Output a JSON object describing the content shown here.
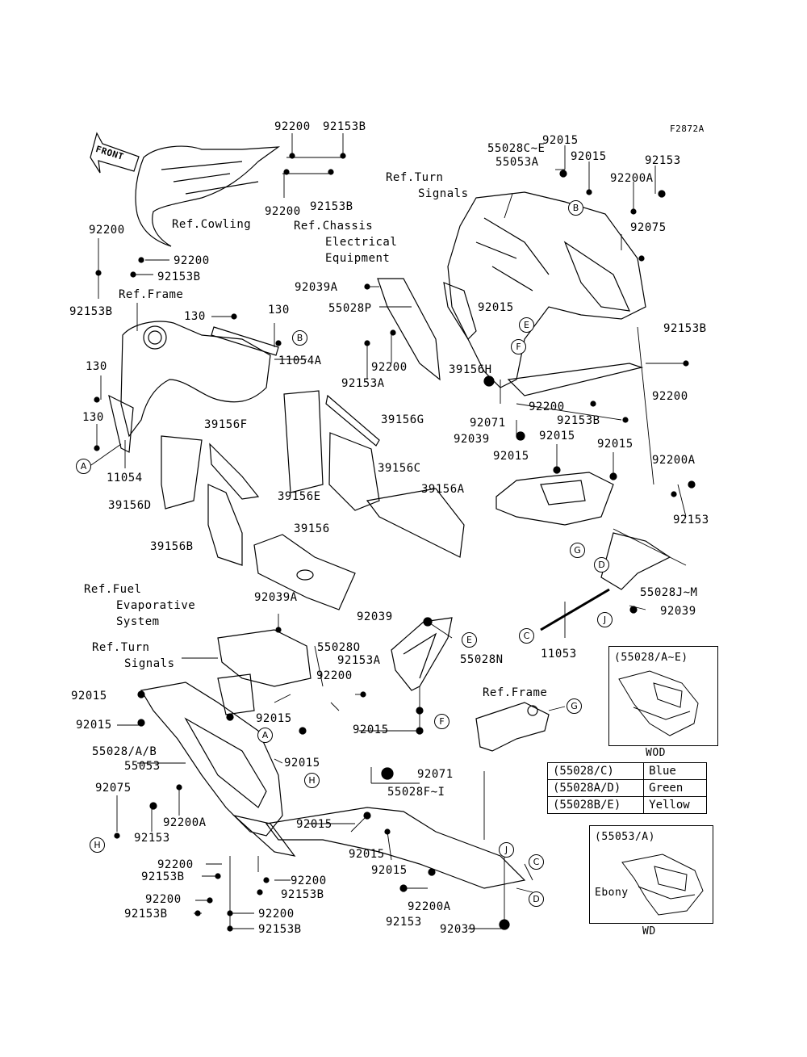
{
  "figure_code": "F2872A",
  "front_arrow": "FRONT",
  "refs": {
    "cowling": "Ref.Cowling",
    "turn_signals_1": "Ref.Turn",
    "turn_signals_1b": "Signals",
    "chassis": "Ref.Chassis",
    "chassis_b": "Electrical",
    "chassis_c": "Equipment",
    "frame_1": "Ref.Frame",
    "fuel": "Ref.Fuel",
    "fuel_b": "Evaporative",
    "fuel_c": "System",
    "turn_signals_2": "Ref.Turn",
    "turn_signals_2b": "Signals",
    "frame_2": "Ref.Frame"
  },
  "part_labels": {
    "p92200_a": "92200",
    "p92153B_a": "92153B",
    "p92200_b": "92200",
    "p92153B_b": "92153B",
    "p92200_c": "92200",
    "p92200_d": "92200",
    "p92153B_c": "92153B",
    "p92153B_d": "92153B",
    "p130_a": "130",
    "p130_b": "130",
    "p130_c": "130",
    "p130_d": "130",
    "p11054A": "11054A",
    "p11054": "11054",
    "p39156F": "39156F",
    "p39156G": "39156G",
    "p39156C": "39156C",
    "p39156E": "39156E",
    "p39156D": "39156D",
    "p39156A": "39156A",
    "p39156": "39156",
    "p39156B": "39156B",
    "p39156H": "39156H",
    "p92039A_a": "92039A",
    "p55028P": "55028P",
    "p92200_e": "92200",
    "p92153A_a": "92153A",
    "p55028CE": "55028C~E",
    "p55053A": "55053A",
    "p92015_a": "92015",
    "p92015_b": "92015",
    "p92153_a": "92153",
    "p92200A_a": "92200A",
    "p92075_a": "92075",
    "p92153B_e": "92153B",
    "p92200_f": "92200",
    "p92015_c": "92015",
    "p92071_a": "92071",
    "p92039_a": "92039",
    "p92200_g": "92200",
    "p92153B_f": "92153B",
    "p92015_d": "92015",
    "p92015_e": "92015",
    "p92015_f": "92015",
    "p92200A_b": "92200A",
    "p92153_b": "92153",
    "p55028JM": "55028J~M",
    "p92039_b": "92039",
    "p11053": "11053",
    "p92039A_b": "92039A",
    "p92039_c": "92039",
    "p55028O": "55028O",
    "p55028N": "55028N",
    "p92153A_b": "92153A",
    "p92200_h": "92200",
    "p92015_g": "92015",
    "p92015_h": "92015",
    "p92015_i": "92015",
    "p55028AB": "55028/A/B",
    "p55053": "55053",
    "p92015_j": "92015",
    "p92015_k": "92015",
    "p92071_b": "92071",
    "p55028FI": "55028F~I",
    "p92075_b": "92075",
    "p92153_c": "92153",
    "p92200A_c": "92200A",
    "p92015_l": "92015",
    "p92015_m": "92015",
    "p92015_n": "92015",
    "p92200_i": "92200",
    "p92153B_g": "92153B",
    "p92200_j": "92200",
    "p92153B_h": "92153B",
    "p92200_k": "92200",
    "p92153B_i": "92153B",
    "p92200_l": "92200",
    "p92153B_j": "92153B",
    "p92200A_d": "92200A",
    "p92153_d": "92153",
    "p92039_d": "92039"
  },
  "callouts": {
    "A": "A",
    "B": "B",
    "C": "C",
    "D": "D",
    "E": "E",
    "F": "F",
    "G": "G",
    "H": "H",
    "J": "J"
  },
  "color_inset": {
    "header": "(55028/A~E)",
    "code": "WOD",
    "rows": [
      {
        "part": "(55028/C)",
        "color": "Blue"
      },
      {
        "part": "(55028A/D)",
        "color": "Green"
      },
      {
        "part": "(55028B/E)",
        "color": "Yellow"
      }
    ]
  },
  "ebony_inset": {
    "header": "(55053/A)",
    "color": "Ebony",
    "code": "WD"
  }
}
